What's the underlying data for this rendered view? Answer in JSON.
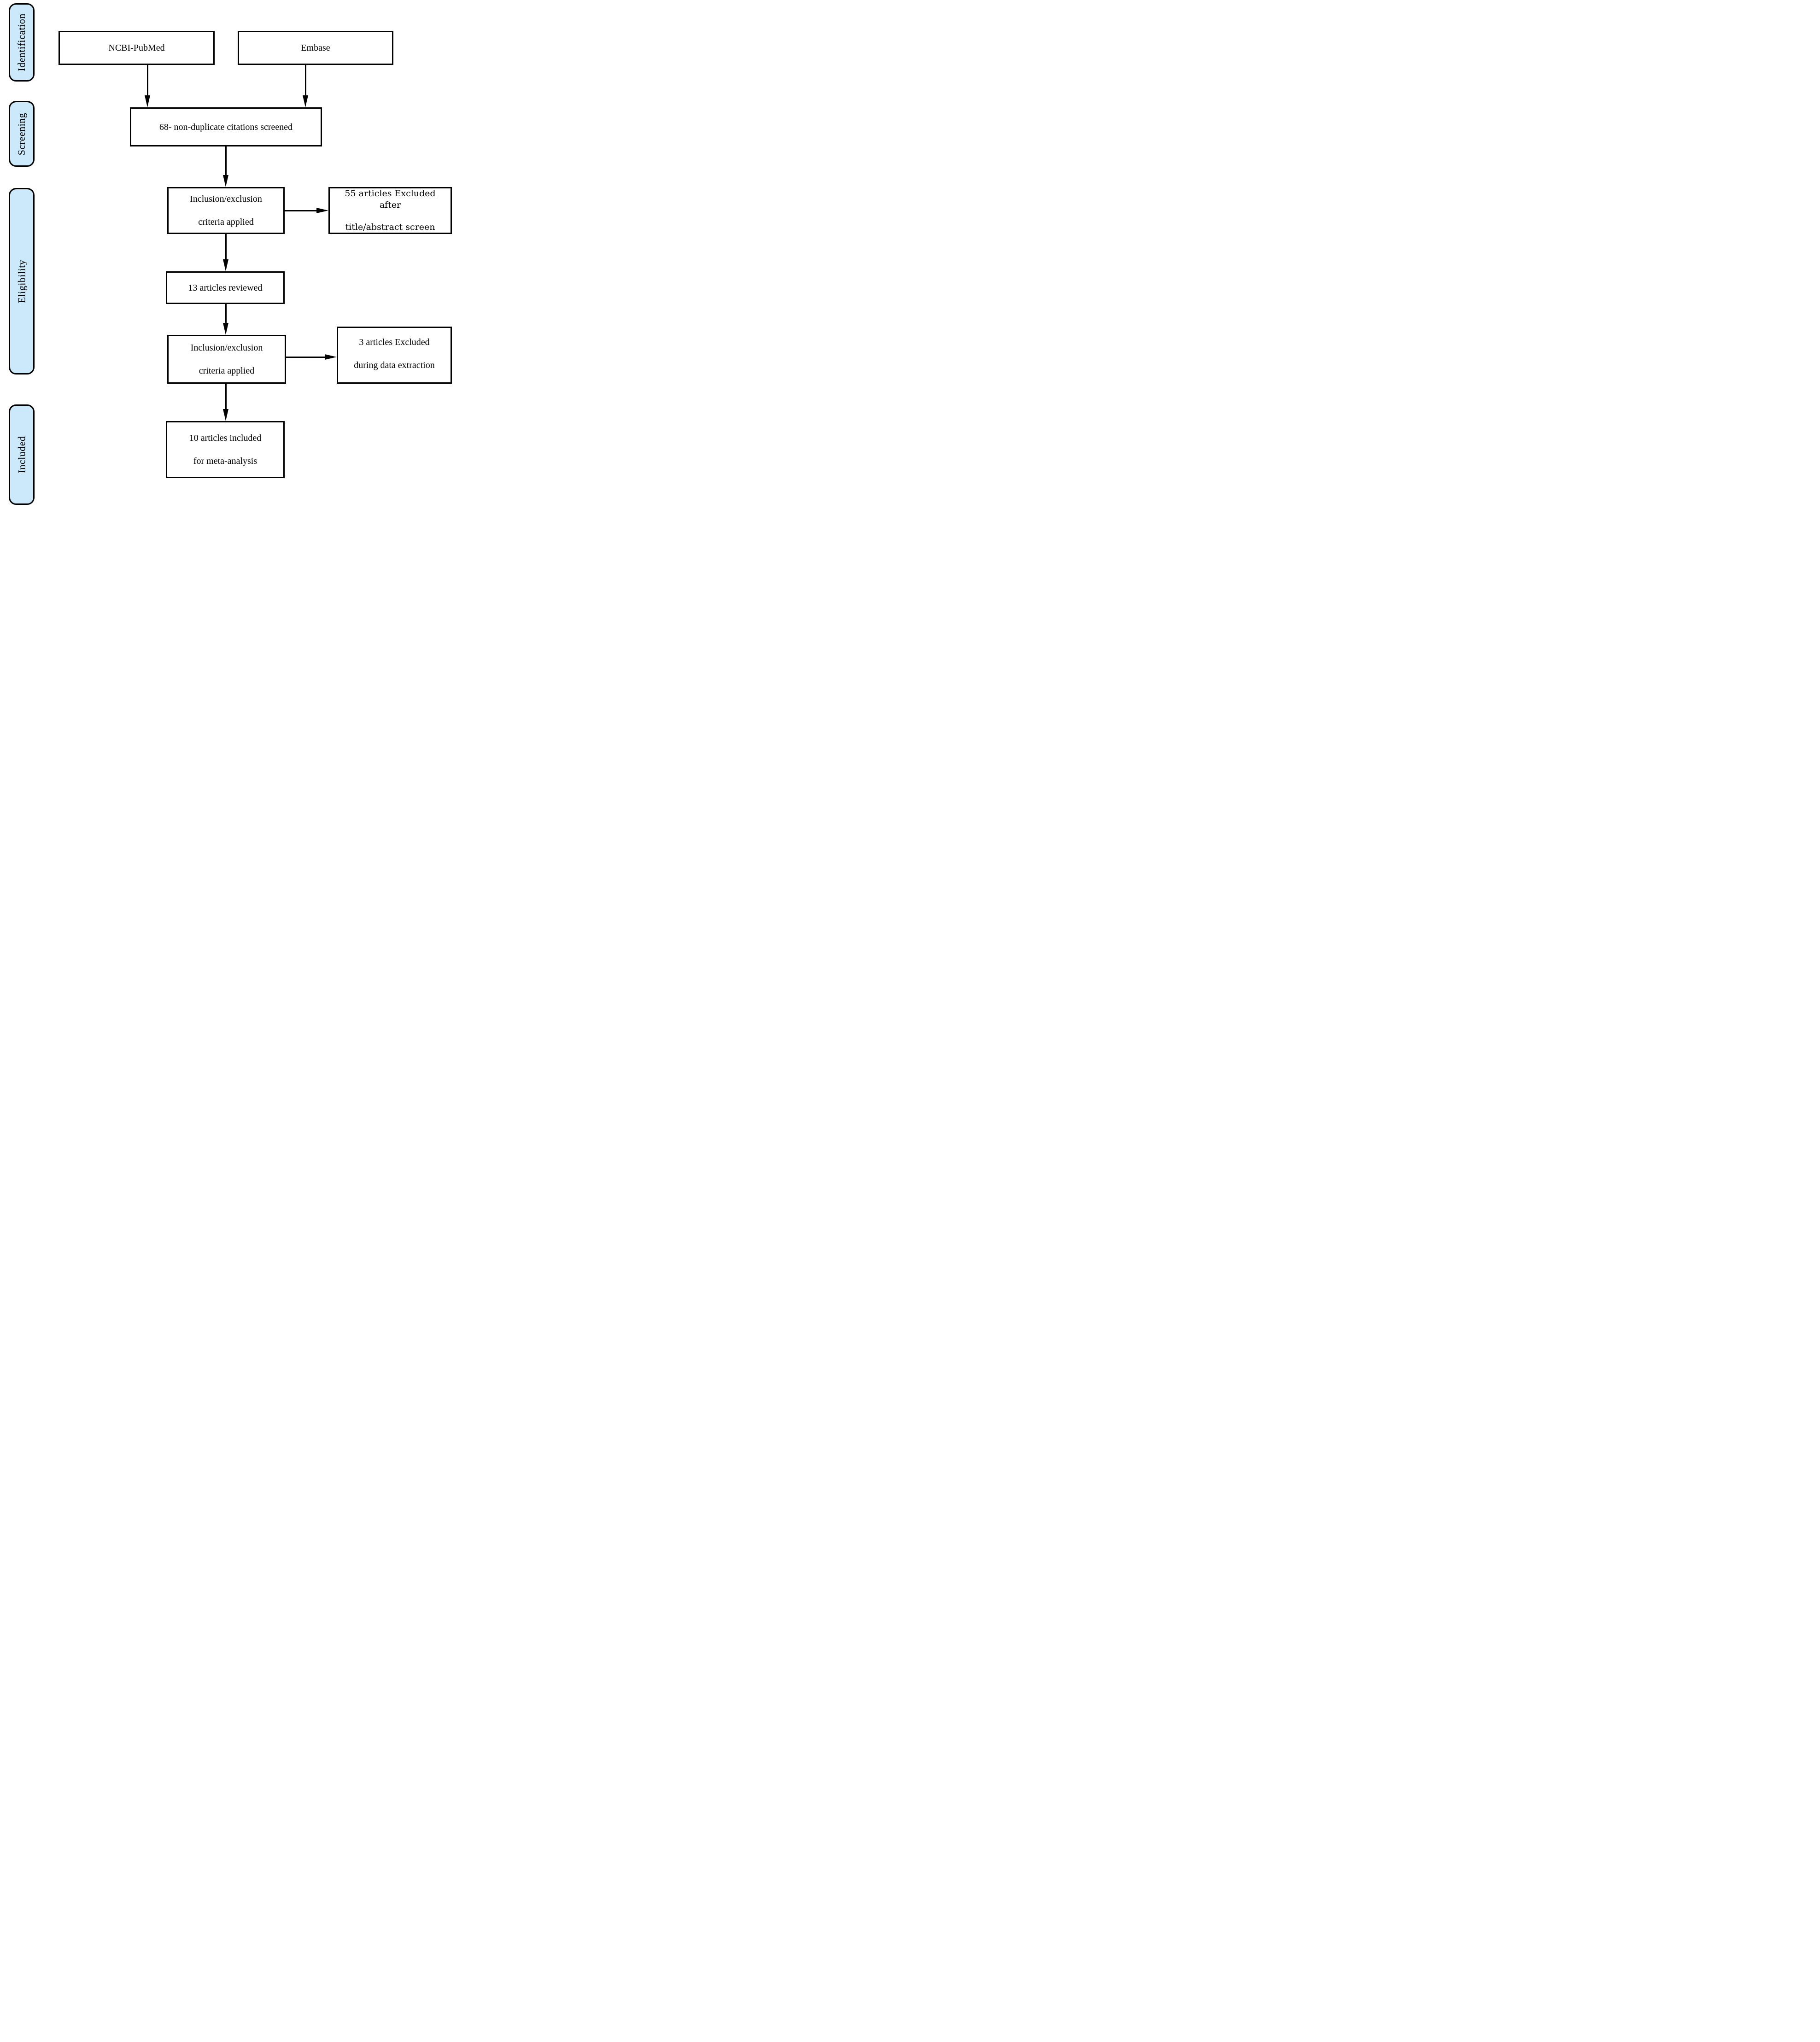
{
  "diagram": {
    "type": "prisma-flowchart",
    "stages": [
      {
        "label": "Identification"
      },
      {
        "label": "Screening"
      },
      {
        "label": "Eligibility"
      },
      {
        "label": "Included"
      }
    ],
    "nodes": [
      {
        "label": "NCBI-PubMed"
      },
      {
        "label": "Embase"
      },
      {
        "label": "68- non-duplicate citations screened"
      },
      {
        "lines": [
          "Inclusion/exclusion",
          "criteria applied"
        ]
      },
      {
        "lines": [
          "55 articles Excluded after",
          "title/abstract screen"
        ]
      },
      {
        "label": "13 articles reviewed"
      },
      {
        "lines": [
          "Inclusion/exclusion",
          "criteria applied"
        ]
      },
      {
        "lines": [
          "3 articles Excluded",
          "during data extraction"
        ]
      },
      {
        "lines": [
          "10 articles included",
          "for meta-analysis"
        ]
      }
    ],
    "colors": {
      "stage_fill": "#cbe9fb",
      "stage_border": "#000000",
      "node_fill": "#ffffff",
      "node_border": "#000000",
      "arrow": "#000000",
      "background": "#ffffff"
    }
  }
}
